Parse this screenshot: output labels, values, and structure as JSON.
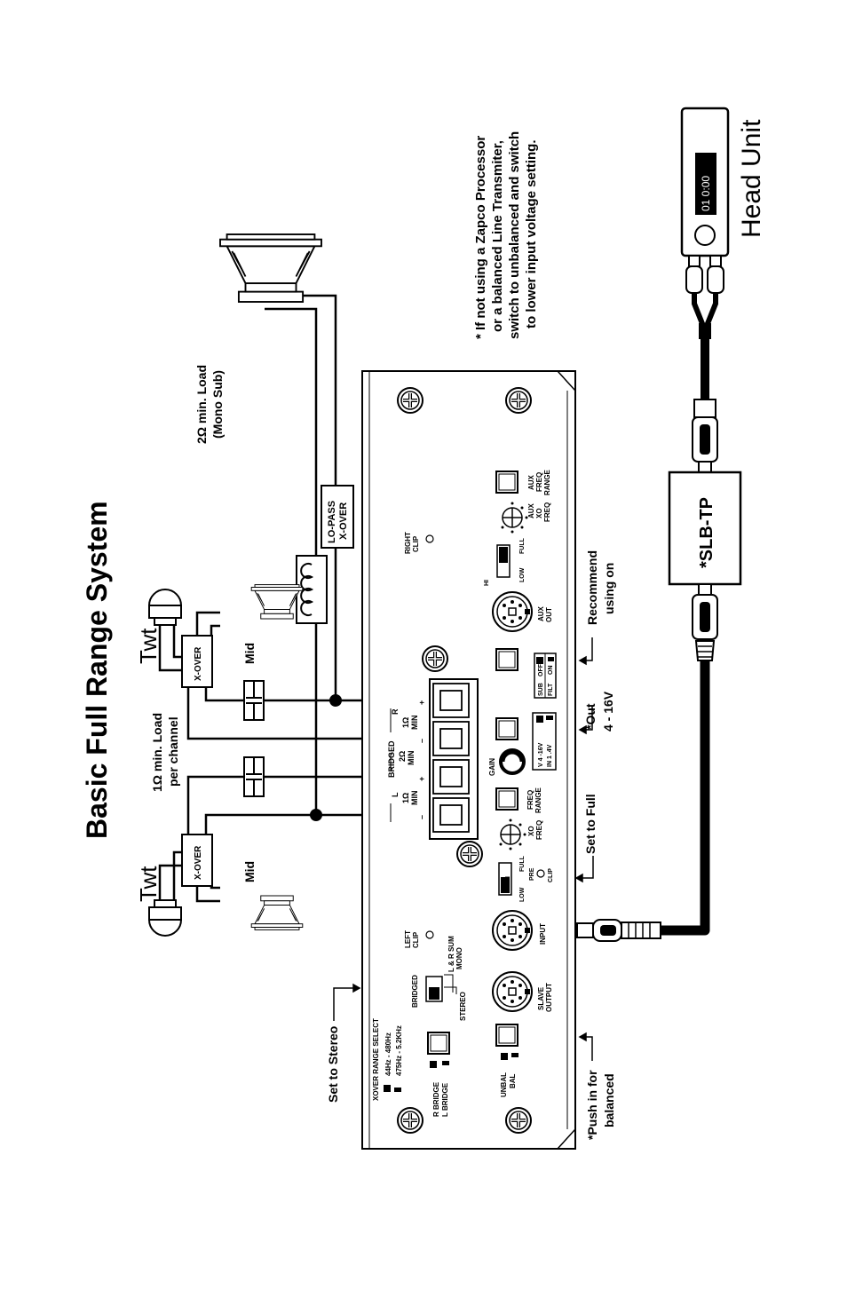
{
  "title": "Basic Full Range System",
  "labels": {
    "twt": "Twt",
    "mid": "Mid",
    "xover": "X-OVER",
    "load_1ohm_l1": "1Ω min. Load",
    "load_1ohm_l2": "per channel",
    "load_2ohm_l1": "2Ω min. Load",
    "load_2ohm_l2": "(Mono Sub)",
    "lopass_l1": "LO-PASS",
    "lopass_l2": "X-OVER",
    "note_l1": "* If not using a Zapco Processor",
    "note_l2": "or a balanced Line Transmiter,",
    "note_l3": "switch to unbalanced and switch",
    "note_l4": "to lower input voltage setting.",
    "head_unit": "Head Unit",
    "head_display": "01 0:00",
    "slb": "*SLB-TP",
    "set_stereo": "Set to Stereo",
    "set_full": "Set to Full",
    "out_l1": "*Out",
    "out_l2": "4 - 16V",
    "recommend_l1": "Recommend",
    "recommend_l2": "using on",
    "push_l1": "*Push in for",
    "push_l2": "balanced"
  },
  "panel": {
    "xover_select": "XOVER RANGE SELECT",
    "range1": "44Hz - 480Hz",
    "range2": "475Hz - 5.2KHz",
    "r_bridge": "R BRIDGE",
    "l_bridge": "L BRIDGE",
    "bridged": "BRIDGED",
    "stereo": "STEREO",
    "lr_sum": "L & R SUM",
    "mono": "MONO",
    "left_clip_1": "LEFT",
    "left_clip_2": "CLIP",
    "unbal": "UNBAL",
    "bal": "BAL",
    "slave_1": "SLAVE",
    "slave_2": "OUTPUT",
    "input": "INPUT",
    "hi": "HI",
    "low": "LOW",
    "full": "FULL",
    "pre_1": "PRE",
    "pre_2": "CLIP",
    "xo_1": "XO",
    "xo_2": "FREQ",
    "freq_1": "FREQ",
    "freq_2": "RANGE",
    "gain": "GAIN",
    "v_1": "V 4 -16V",
    "v_2": "IN   1 .4V",
    "sub_1": "SUB",
    "sub_2": "FILT",
    "off": "OFF",
    "on": "ON",
    "aux_out_1": "AUX",
    "aux_out_2": "OUT",
    "aux_xo_1": "AUX",
    "aux_xo_2": "XO",
    "aux_xo_3": "FREQ",
    "aux_fr_1": "AUX",
    "aux_fr_2": "FREQ",
    "aux_fr_3": "RANGE",
    "right_clip_1": "RIGHT",
    "right_clip_2": "CLIP",
    "term_bridged": "BRIDGED",
    "term_2ohm": "2Ω",
    "term_min": "MIN",
    "term_l": "L",
    "term_r": "R",
    "term_1ohm": "1Ω",
    "minus": "–",
    "plus": "+"
  }
}
